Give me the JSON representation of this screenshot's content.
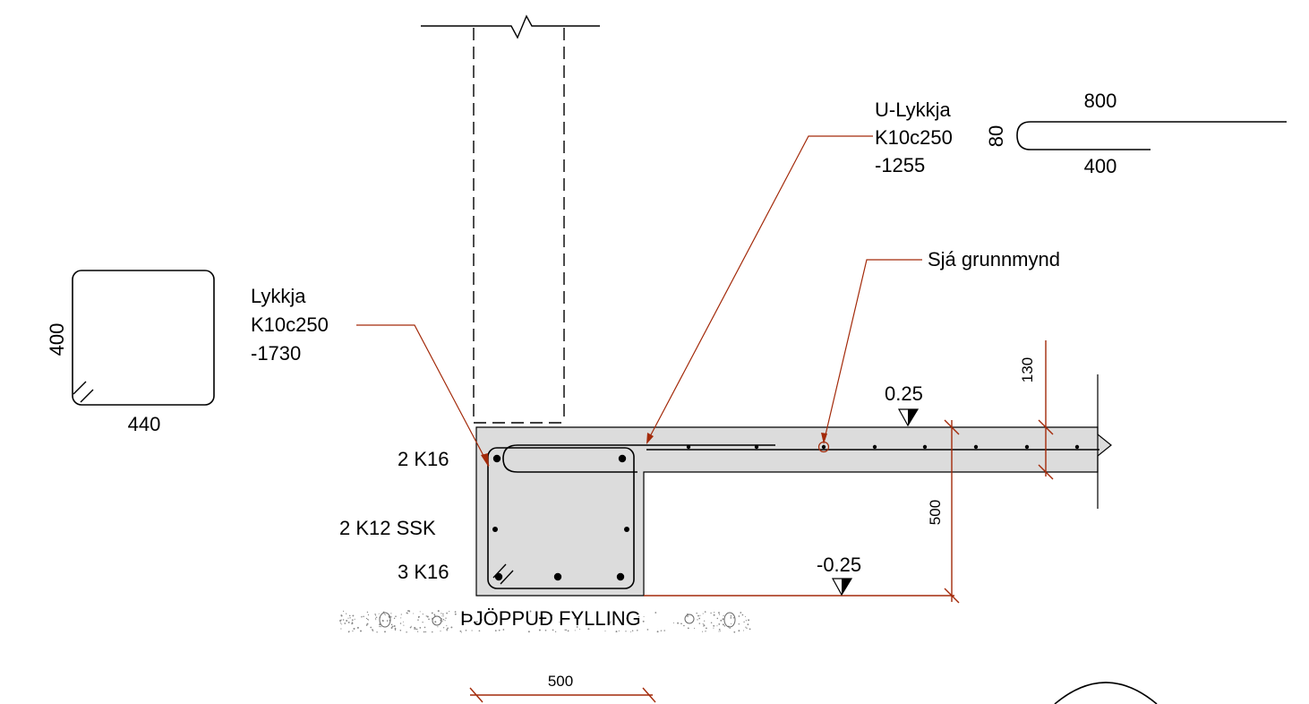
{
  "labels": {
    "lykkja_name": "Lykkja",
    "lykkja_spec": "K10c250",
    "lykkja_length": "-1730",
    "u_lykkja_name": "U-Lykkja",
    "u_lykkja_spec": "K10c250",
    "u_lykkja_length": "-1255",
    "sja_grunnmynd": "Sjá grunnmynd",
    "bars_top": "2 K16",
    "bars_side": "2 K12  SSK",
    "bars_bottom": "3 K16",
    "fill": "ÞJÖPPUÐ FYLLING"
  },
  "dimensions": {
    "stirrup_height": "400",
    "stirrup_width": "440",
    "u_hook_long": "800",
    "u_hook_short": "400",
    "u_hook_depth": "80",
    "slab_thickness": "130",
    "footing_height": "500",
    "footing_width": "500"
  },
  "levels": {
    "top": "0.25",
    "bottom": "-0.25"
  },
  "colors": {
    "concrete": "#dcdcdc",
    "dimension": "#a32a0a",
    "leader": "#a32a0a",
    "line": "#000000"
  }
}
